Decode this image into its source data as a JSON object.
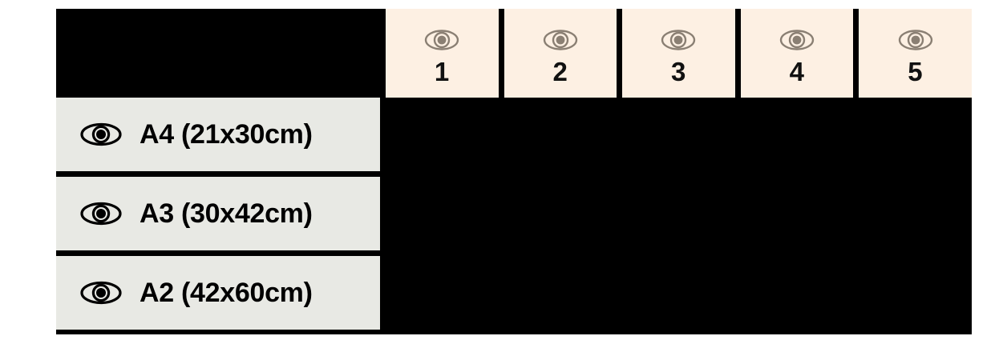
{
  "matrix": {
    "name": "print-size-selection-matrix",
    "colors": {
      "frame": "#000000",
      "header_cell_bg": "#FDF0E3",
      "row_label_bg": "#E8E9E4",
      "header_icon": "#8A7F73",
      "row_icon": "#000000",
      "text": "#000000"
    },
    "corner_cell": {
      "label": ""
    },
    "columns": [
      {
        "icon": "eye-icon",
        "label": "1"
      },
      {
        "icon": "eye-icon",
        "label": "2"
      },
      {
        "icon": "eye-icon",
        "label": "3"
      },
      {
        "icon": "eye-icon",
        "label": "4"
      },
      {
        "icon": "eye-icon",
        "label": "5"
      }
    ],
    "rows": [
      {
        "icon": "eye-icon",
        "label": "A4 (21x30cm)"
      },
      {
        "icon": "eye-icon",
        "label": "A3 (30x42cm)"
      },
      {
        "icon": "eye-icon",
        "label": "A2 (42x60cm)"
      }
    ]
  }
}
